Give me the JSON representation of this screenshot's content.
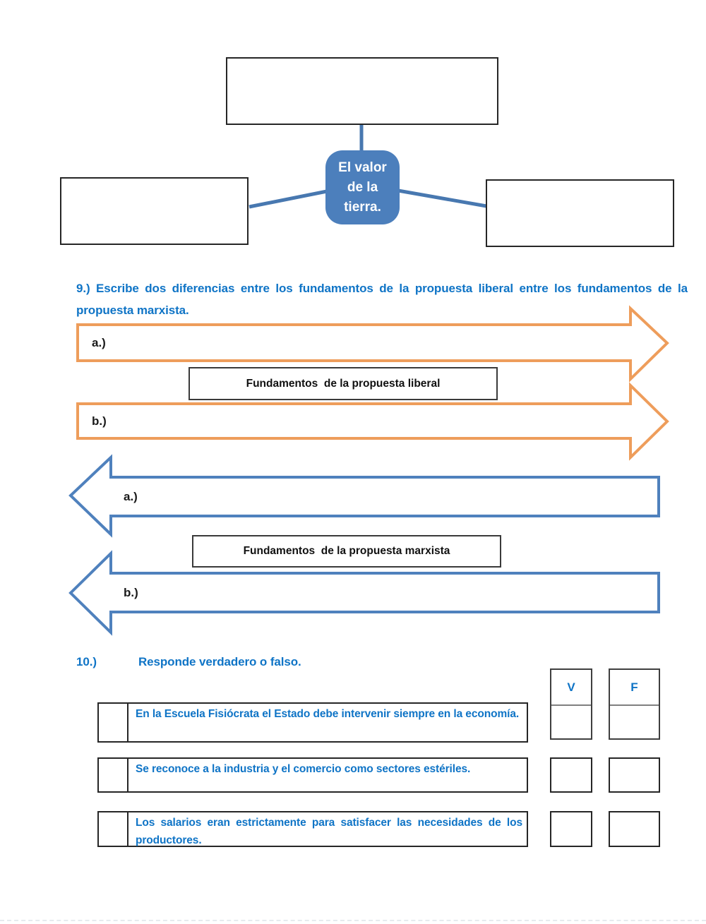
{
  "colors": {
    "question_text_blue": "#0F74C6",
    "orange_arrow": "#EE9D5B",
    "blue_arrow": "#4F81BD",
    "center_node_fill": "#4C7FBC",
    "connector_blue": "#4878B0",
    "box_border_black": "#262626"
  },
  "mindmap": {
    "center_label": "El valor de la tierra."
  },
  "question9": {
    "number": "9.)",
    "text": "Escribe dos diferencias entre los fundamentos de la propuesta liberal entre los fundamentos de la propuesta marxista."
  },
  "liberal_section": {
    "item_a": "a.)",
    "item_b": "b.)",
    "title": "Fundamentos  de la propuesta liberal"
  },
  "marxist_section": {
    "item_a": "a.)",
    "item_b": "b.)",
    "title": "Fundamentos  de la propuesta marxista"
  },
  "question10": {
    "number": "10.)",
    "prompt": "Responde verdadero o falso.",
    "true_header": "V",
    "false_header": "F",
    "statements": [
      {
        "text": "En la Escuela Fisiócrata el Estado debe intervenir siempre en la economía."
      },
      {
        "text": "Se reconoce a la industria y el comercio como sectores estériles."
      },
      {
        "text": "Los salarios eran estrictamente para satisfacer las necesidades de los productores."
      }
    ]
  }
}
